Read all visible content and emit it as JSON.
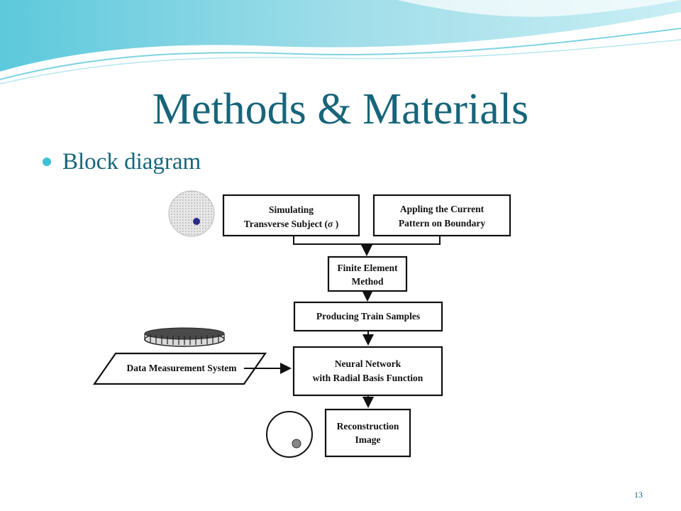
{
  "slide": {
    "title": "Methods & Materials",
    "bullet": "Block diagram",
    "page_number": "13",
    "colors": {
      "title": "#17657a",
      "bullet": "#3fc1d6",
      "banner_light": "#bfe9f1",
      "banner_dark": "#27b6cc"
    }
  },
  "diagram": {
    "nodes": {
      "simulating": {
        "line1": "Simulating",
        "line2a": "Transverse Subject (",
        "sigma": "σ",
        "line2b": " )"
      },
      "applying": {
        "line1": "Appling the Current",
        "line2": "Pattern on Boundary"
      },
      "fem": {
        "line1": "Finite Element",
        "line2": "Method"
      },
      "train": {
        "line1": "Producing Train Samples"
      },
      "nn": {
        "line1": "Neural Network",
        "line2": "with Radial Basis Function"
      },
      "dms": {
        "line1": "Data Measurement System"
      },
      "recon": {
        "line1": "Reconstruction",
        "line2": "Image"
      }
    },
    "icons": [
      "simulated-subject-icon",
      "electrode-ring-icon",
      "reconstructed-image-icon"
    ]
  }
}
